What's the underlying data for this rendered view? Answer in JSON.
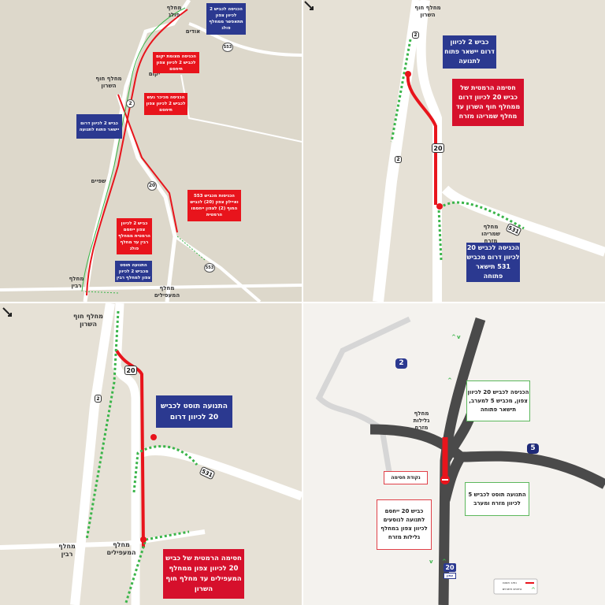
{
  "colors": {
    "closed": "#e8141c",
    "open": "#3bb54a",
    "callout_blue": "#2b3990",
    "road": "#4a4a4a"
  },
  "map1": {
    "labels": {
      "polag": "מחלף פולג",
      "odim": "אודים",
      "yakum": "יקום",
      "hof_hasharon": "מחלף חוף השרון",
      "shefayim": "שפיים",
      "rabin": "מחלף רבין",
      "hamaapilim": "מחלף המעפילים"
    },
    "shields": {
      "r2": "2",
      "r553a": "553",
      "r20": "20",
      "r553b": "553"
    },
    "callouts": {
      "polag_entry": "הכניסה לכביש 2 לכיוון צפון תתאפשר ממחלף פולג",
      "yakum_block": "הכניסה מצומת יקום לכביש 2 לכיוון צפון תיחסם",
      "gaash_block": "הכניסה מכיכר געש לכביש 2 לכיוון צפון תיחסם",
      "south_open": "כביש 2 לכיוון דרום יישאר פתוח לתנועה",
      "r553_block": "הכניסות מכביש 553 ואיילון צפון (20) לכביש החוף (2) לצפון ייחסמו הרמטית",
      "north_closed": "כביש 2 לכיוון צפון ייחסם הרמטית ממחלף רבין עד מחלף פולג",
      "diverted": "התנועה תוסט מכביש 2 לכיוון צפון למחלף רבין"
    }
  },
  "map2": {
    "labels": {
      "hof_hasharon": "מחלף חוף השרון",
      "shmaryahu": "מחלף שמריהו מזרח"
    },
    "shields": {
      "r2a": "2",
      "r20": "20",
      "r2b": "2",
      "r531": "531"
    },
    "callouts": {
      "south_open": "כביש 2 לכיוון דרום יישאר פתוח לתנועה",
      "r20_closed": "חסימה הרמטית של כביש 20 לכיוון דרום ממחלף חוף השרון עד מחלף שמריהו מזרח",
      "r531_open": "הכניסה לכביש 20 לכיוון דרום מכביש 531 תישאר פתוחה"
    }
  },
  "map3": {
    "labels": {
      "hof_hasharon": "מחלף חוף השרון",
      "rabin": "מחלף רבין",
      "hamaapilim": "מחלף המעפילים"
    },
    "shields": {
      "r20": "20",
      "r2": "2",
      "r531": "531"
    },
    "callouts": {
      "diverted": "התנועה תוסט לכביש 20 לכיוון דרום",
      "r20_closed": "חסימה הרמטית של כביש 20 לכיוון צפון ממחלף המעפילים עד מחלף חוף השרון"
    }
  },
  "map4": {
    "labels": {
      "glilot": "מחלף גלילות מזרח"
    },
    "shields": {
      "r2": "2",
      "r5": "5",
      "r20": "20",
      "r20_dir": "צפון"
    },
    "callouts": {
      "r5_open": "הכניסה לכביש 20 לכיוון צפון, מכביש 5 למערב, תישאר פתוחה",
      "diverted": "התנועה תוסט לכביש 5 לכיוון מזרח ומערב",
      "block_point": "נקודת חסימה",
      "r20_closed": "כביש 20 ייחסם לתנועה לנוסעים לכיוון צפון במחלף גלילות מזרח"
    },
    "legend": {
      "closed": "נתיב חסום",
      "open": "נתיבים פתוחים"
    }
  }
}
